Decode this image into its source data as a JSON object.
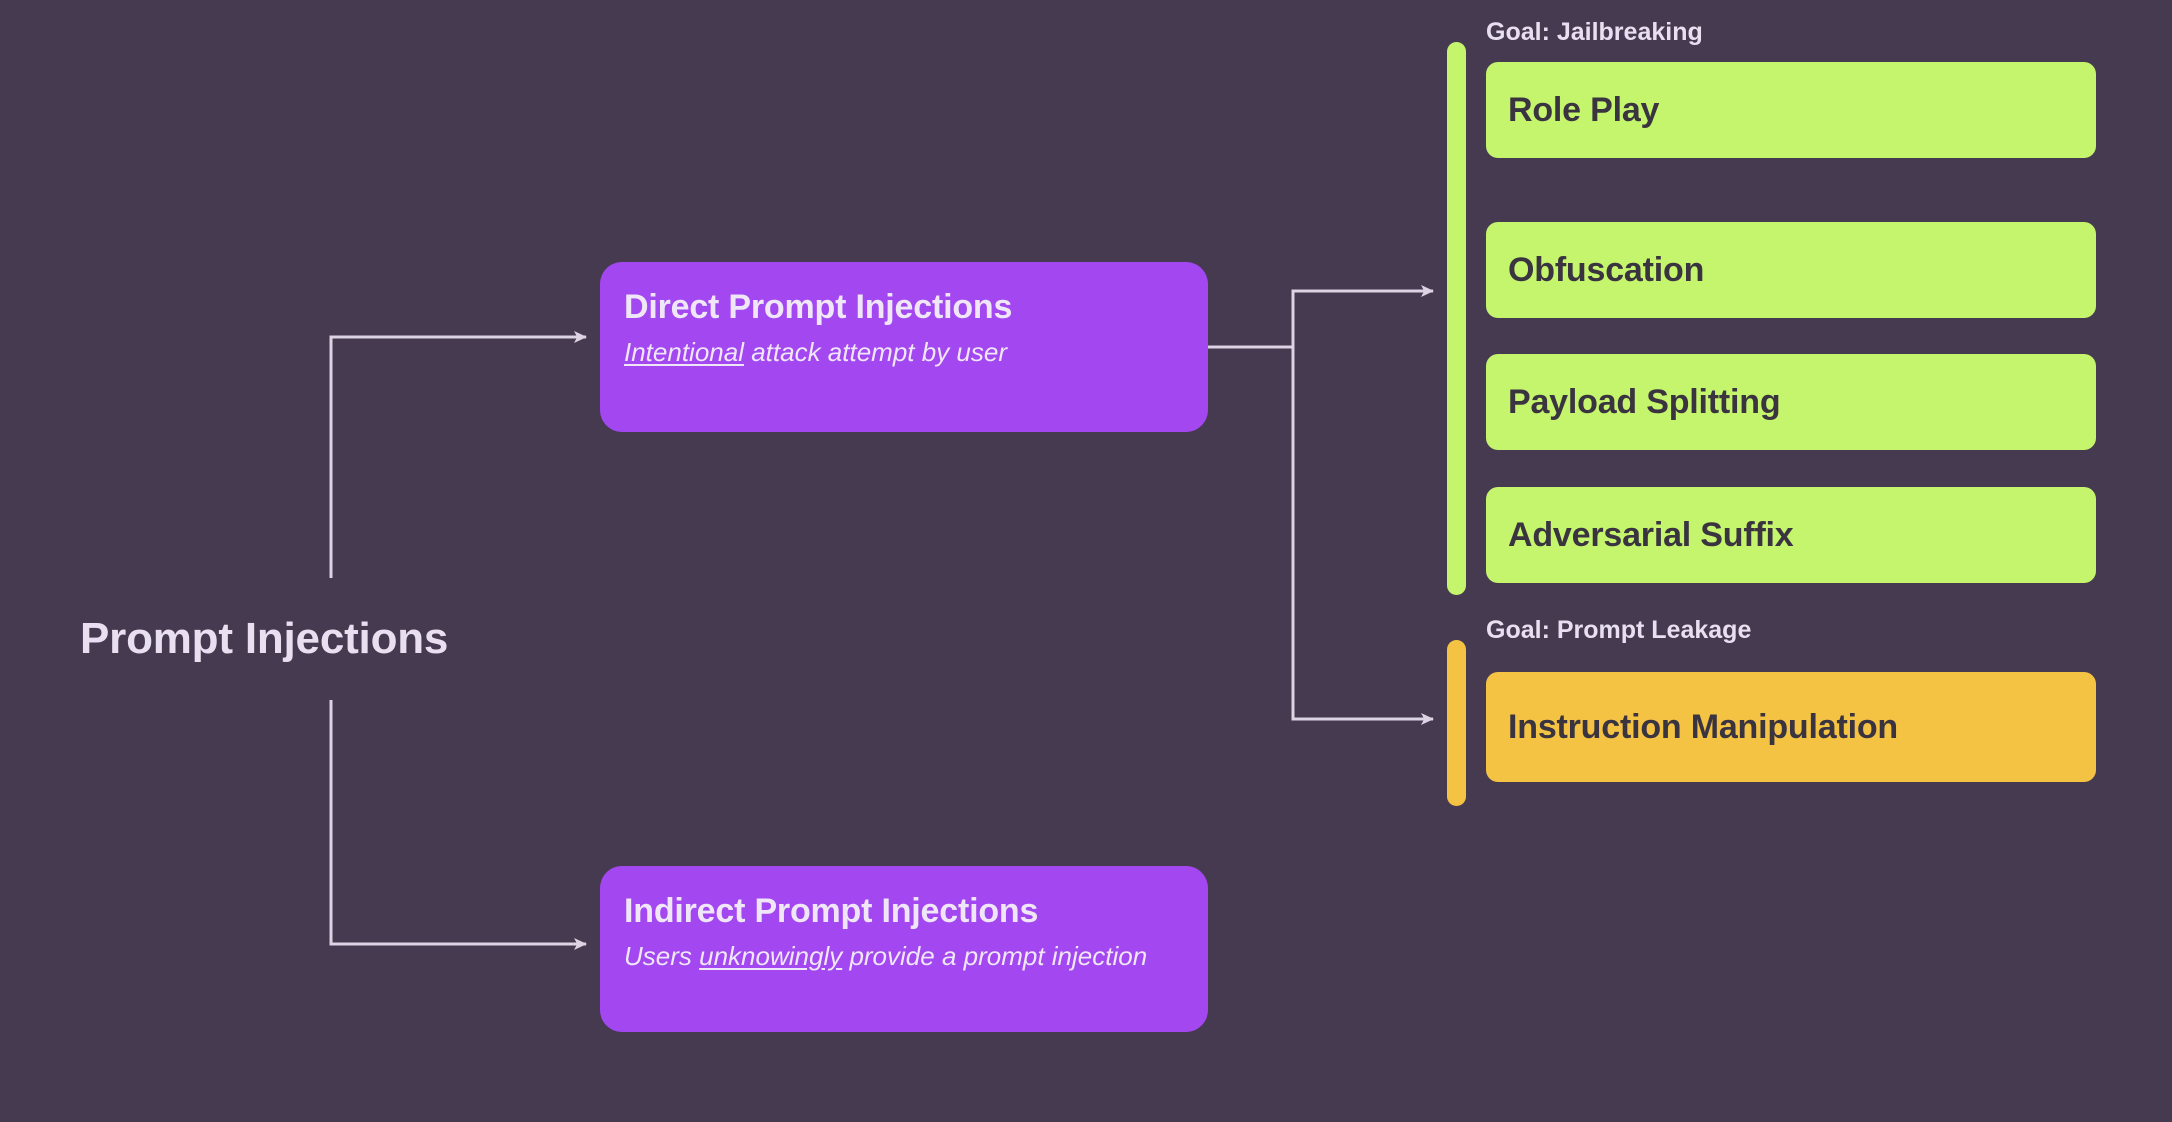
{
  "diagram": {
    "background_color": "#453A50",
    "root": {
      "label": "Prompt Injections"
    },
    "branches": [
      {
        "id": "direct",
        "title": "Direct Prompt Injections",
        "subtitle_emphasis": "Intentional",
        "subtitle_rest": " attack attempt by user",
        "color": "#A347F0"
      },
      {
        "id": "indirect",
        "title": "Indirect Prompt Injections",
        "subtitle_lead": "Users ",
        "subtitle_emphasis": "unknowingly",
        "subtitle_rest": " provide a prompt injection",
        "color": "#A347F0"
      }
    ],
    "groups": [
      {
        "id": "jailbreaking",
        "heading": "Goal: Jailbreaking",
        "color": "#C4F56C",
        "items": [
          {
            "label": "Role Play"
          },
          {
            "label": "Obfuscation"
          },
          {
            "label": "Payload Splitting"
          },
          {
            "label": "Adversarial Suffix"
          }
        ]
      },
      {
        "id": "prompt-leakage",
        "heading": "Goal: Prompt Leakage",
        "color": "#F5C343",
        "items": [
          {
            "label": "Instruction Manipulation"
          }
        ]
      }
    ],
    "edge_color": "#DCD3E4",
    "text_colors": {
      "light": "#E8DFF0",
      "dark": "#3A3340"
    }
  }
}
